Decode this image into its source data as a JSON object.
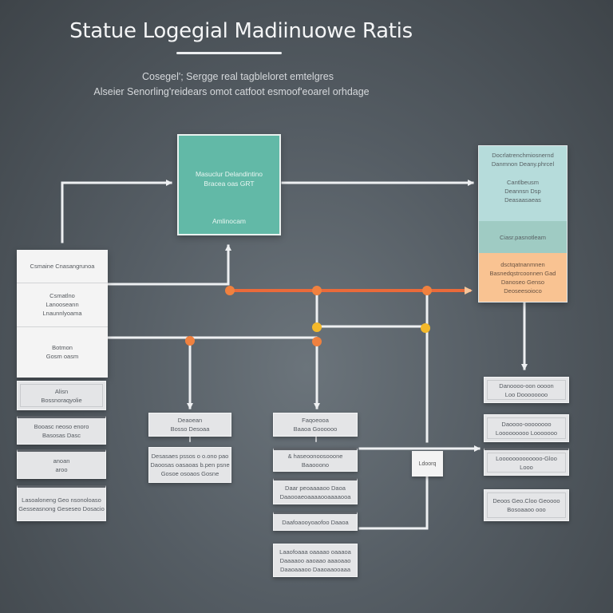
{
  "header": {
    "title": "Statue Logegial Madiinuowe Ratis",
    "subtitle_line1": "Cosegel'; Sergge real tagbleloret emtelgres",
    "subtitle_line2": "Alseier Senorling'reidears omot catfoot esmoof'eoarel orhdage"
  },
  "colors": {
    "background": "#565e65",
    "teal_node": "#62b9a7",
    "stack_top": "#b6dcdb",
    "stack_mid": "#9fcbc3",
    "stack_bottom": "#f9c392",
    "bus_line": "#ea6a3a",
    "orange_junction": "#f0813f",
    "yellow_junction": "#f4b92a",
    "connector": "#eef0f2",
    "card": "#e4e5e7"
  },
  "nodes": {
    "teal": {
      "line1": "Masuclur Delandintino",
      "line2": "Bracea oas GRT",
      "footer": "Amlinocam"
    },
    "stack": {
      "top_line1": "Docrlatrenchmiosnernd",
      "top_line2": "Danmnon Deany.phrcel",
      "top_line3": "Cantlbeusm",
      "top_line4": "Deannsn Dsp",
      "top_line5": "Deasaasaeas",
      "middle": "Ciasr.pasnotleam",
      "bottom_line1": "dsctqatnanmnen",
      "bottom_line2": "Basnedqstrcoonnen Gad",
      "bottom_line3": "Danoseo Genso",
      "bottom_line4": "Deoseesoioco"
    },
    "left_column": {
      "cell1": "Csmaine Cnasangrunoa",
      "cell2_line1": "Csmatlno",
      "cell2_line2": "Lanooseann",
      "cell2_line3": "Lnaunnlyoama",
      "cell3_line1": "Botmon",
      "cell3_line2": "Gosm oasm"
    }
  },
  "left_cards": [
    {
      "line1": "Alisn",
      "line2": "Bossnoraqyolie"
    },
    {
      "line1": "Booasc neoso enoro",
      "line2": "Basosas Dasc"
    },
    {
      "line1": "anoan",
      "line2": "aroo"
    },
    {
      "line1": "Lasoaloneng Geo nsonoloaso",
      "line2": "Gesseasnong Geseseo Dosacio"
    }
  ],
  "mid_cards": [
    {
      "line1": "Deaoean",
      "line2": "Bosso Desoaa"
    },
    {
      "line1": "Desasaes pssos o o.ono pao",
      "line2": "Daoosas oasaoas b.pen psne",
      "line3": "Gosoe osoaos Gosne"
    }
  ],
  "center_cards": [
    {
      "line1": "Faqoeooa",
      "line2": "Baaoa Goooooo"
    },
    {
      "line1": "& haseoonoosooone",
      "line2": "Baaooono"
    },
    {
      "line1": "Daar peoaaaaoo Daoa",
      "line2": "Daaooaeoaaaaooaaaaooa"
    },
    {
      "line1": "Daafoaooyoaofoo Daaoa"
    },
    {
      "line1": "Laaofoaaa oaaaao oaaaoa",
      "line2": "Daaaaoo aaoaao aaaoaao",
      "line3": "Daaoaaaoo Daaoaaooaaa"
    }
  ],
  "right_cards": [
    {
      "line1": "Danoooo-oon oooon",
      "line2": "Loo Doooooooo"
    },
    {
      "line1": "Daoooo-oooooooo",
      "line2": "Looooooooo Looooooo"
    },
    {
      "line1": "Looooooooooooo-Gloo",
      "line2": "Looo"
    },
    {
      "line1": "Deoos Geo.Cloo Geoooo",
      "line2": "Bosoaaoo ooo"
    }
  ],
  "small_box": {
    "label": "Ldoorq"
  }
}
